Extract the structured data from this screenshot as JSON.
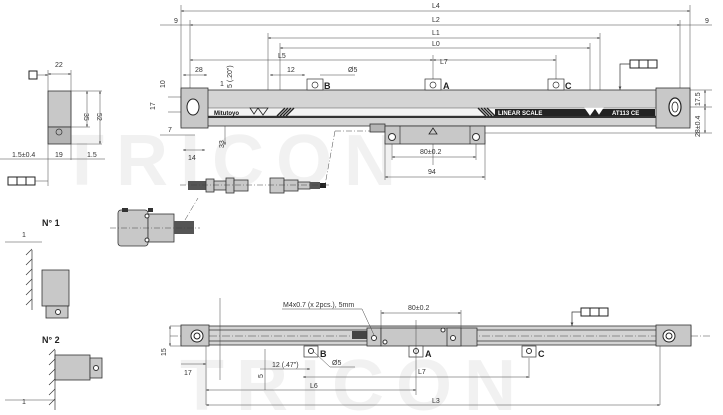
{
  "watermark": "TRICON",
  "top_view": {
    "dims": {
      "L4": "L4",
      "L2": "L2",
      "L1": "L1",
      "L0": "L0",
      "L5": "L5",
      "L7": "L7",
      "left_9": "9",
      "right_9": "9",
      "d28": "28",
      "d12": "12",
      "d_dia5": "Ø5",
      "d5": "5 (.20\")",
      "d10": "10",
      "d17": "17",
      "d7": "7",
      "d14": "14",
      "d33": "33",
      "d1": "1",
      "d17_5": "17.5",
      "d28_04": "28±0.4",
      "d80": "80±0.2",
      "d94": "94"
    },
    "brand": "Mitutoyo",
    "label": "LINEAR SCALE",
    "model": "AT113 CE",
    "ref_a": "A",
    "ref_b": "B",
    "ref_c": "C"
  },
  "side_view": {
    "d22": "22",
    "d35": "35",
    "d52": "52",
    "d15_04": "1.5±0.4",
    "d19": "19",
    "d1_5": "1.5"
  },
  "mounting": {
    "n1": "N° 1",
    "n1_dim": "1",
    "n2": "N° 2",
    "n2_dim": "1"
  },
  "bottom_view": {
    "screw_note": "M4x0.7 (x 2pcs.), 5mm",
    "d80": "80±0.2",
    "d15": "15",
    "d17": "17",
    "d12": "12 (.47\")",
    "d_dia5": "Ø5",
    "d5": "5",
    "L6": "L6",
    "L7": "L7",
    "L3": "L3",
    "ref_a": "A",
    "ref_b": "B",
    "ref_c": "C"
  }
}
